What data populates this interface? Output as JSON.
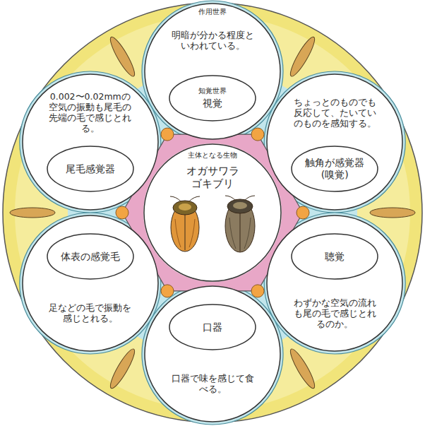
{
  "diagram": {
    "nodes": [
      {
        "text": [
          "作用世界",
          "明暗が分かる程度といわれている。"
        ]
      },
      {
        "text": [
          "知覚世界",
          "視覚"
        ],
        "in": 0
      },
      {
        "text": [
          "ちょっとのものでも反応して、たいていのものを感知する。"
        ]
      },
      {
        "text": [
          "触角が感覚器 (嗅覚)"
        ],
        "in": 2
      },
      {
        "text": [
          "わずかな空気の流れも尾の毛で感じとれるのか。"
        ]
      },
      {
        "text": [
          "聴覚"
        ],
        "in": 4
      },
      {
        "text": [
          "口器で味を感じて食べる。"
        ]
      },
      {
        "text": [
          "口器"
        ],
        "in": 6
      },
      {
        "text": [
          "足などの毛で振動を感じとれる。"
        ]
      },
      {
        "text": [
          "体表の感覚毛"
        ],
        "in": 8
      },
      {
        "text": [
          "0.002〜0.02mmの空気の振動も尾毛の先端の毛で感じとれる。"
        ]
      },
      {
        "text": [
          "尾毛感覚器"
        ],
        "in": 10
      },
      {
        "text": [
          "主体となる生物",
          "オガサワラゴキブリ"
        ]
      }
    ]
  }
}
